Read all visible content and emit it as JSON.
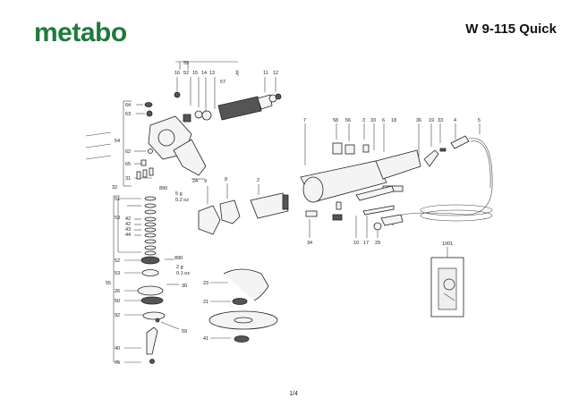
{
  "header": {
    "brand": "metabo",
    "brand_color": "#1f7a3e",
    "model": "W 9-115 Quick"
  },
  "footer": {
    "page": "1/4"
  },
  "callouts": {
    "c55": "55",
    "c16": "16",
    "c52a": "52",
    "c15": "15",
    "c14": "14",
    "c13": "13",
    "c1": "1",
    "c11": "11",
    "c12": "12",
    "c57": "57",
    "c64": "64",
    "c63": "63",
    "c54": "54",
    "c62": "62",
    "c65": "65",
    "c31": "31",
    "c890a": "890",
    "c24": "24",
    "c9": "9",
    "c8": "8",
    "c2": "2",
    "c32": "32",
    "c51": "51",
    "c53a": "53",
    "c42a": "42",
    "c42b": "42",
    "c43": "43",
    "c44": "44",
    "c52b": "52",
    "c53b": "53",
    "c26": "26",
    "c50": "50",
    "c30": "30",
    "c92": "92",
    "c59": "59",
    "c40": "40",
    "c75": "75",
    "c55b": "55",
    "c890b": "890",
    "c23": "23",
    "c21": "21",
    "c41": "41",
    "c7": "7",
    "c58": "58",
    "c56": "56",
    "c3": "3",
    "c33a": "33",
    "c6": "6",
    "c18": "18",
    "c36": "36",
    "c19": "19",
    "c33b": "33",
    "c4": "4",
    "c5": "5",
    "c34": "34",
    "c10": "10",
    "c17": "17",
    "c29": "29",
    "c1001": "1001"
  },
  "weights": {
    "w1_g": "5 g",
    "w1_oz": "0.2 oz",
    "w2_g": "2 g",
    "w2_oz": "0.1 oz"
  }
}
